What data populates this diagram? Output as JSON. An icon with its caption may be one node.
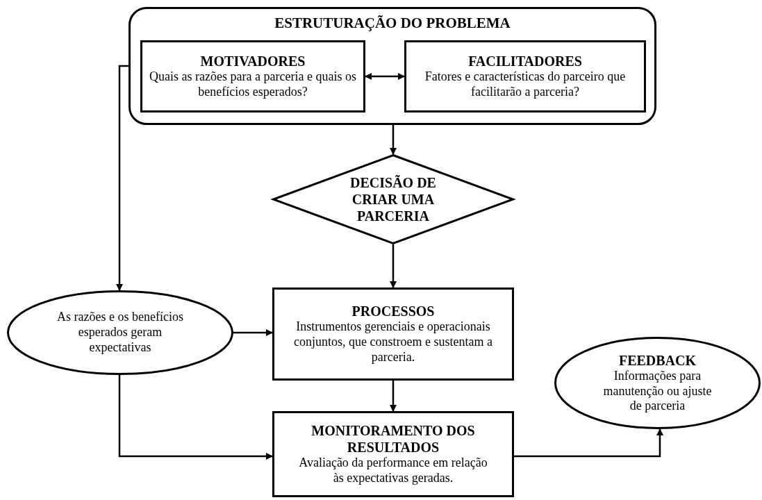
{
  "diagram": {
    "nodes": [
      {
        "text": [
          "ESTRUTURAÇÃO DO PROBLEMA"
        ]
      },
      {
        "text": [
          "MOTIVADORES",
          "Quais as razões para a parceria e quais os benefícios esperados?"
        ],
        "in": 0
      },
      {
        "text": [
          "FACILITADORES",
          "Fatores e características do parceiro que facilitarão a parceria?"
        ],
        "in": 0
      },
      {
        "text": [
          "DECISÃO DE CRIAR UMA PARCERIA"
        ]
      },
      {
        "text": [
          "As razões e os benefícios esperados geram expectativas"
        ]
      },
      {
        "text": [
          "PROCESSOS",
          "Instrumentos gerenciais e operacionais conjuntos, que constroem e sustentam a parceria."
        ]
      },
      {
        "text": [
          "MONITORAMENTO DOS RESULTADOS",
          "Avaliação da performance em relação às expectativas geradas."
        ]
      },
      {
        "text": [
          "FEEDBACK",
          "Informações para manutenção ou ajuste de parceria"
        ]
      }
    ],
    "edges": [
      {
        "from": 1,
        "to": 2,
        "arrow": "both"
      },
      {
        "from": 0,
        "to": 3,
        "arrow": "to"
      },
      {
        "from": 0,
        "to": 4,
        "arrow": "to"
      },
      {
        "from": 3,
        "to": 5,
        "arrow": "to"
      },
      {
        "from": 4,
        "to": 5,
        "arrow": "to"
      },
      {
        "from": 5,
        "to": 6,
        "arrow": "to"
      },
      {
        "from": 4,
        "to": 6,
        "arrow": "to"
      },
      {
        "from": 6,
        "to": 7,
        "arrow": "to"
      }
    ]
  }
}
